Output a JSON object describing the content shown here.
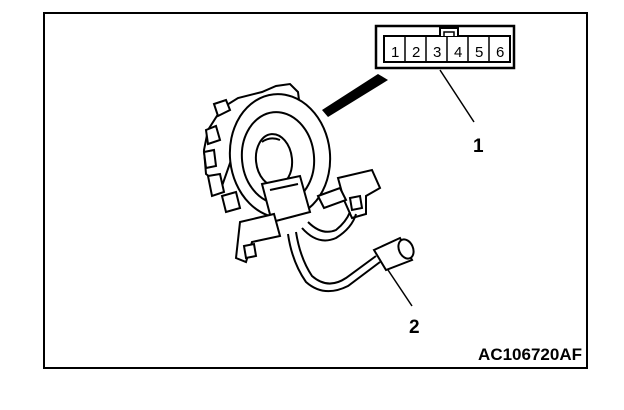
{
  "connector": {
    "pins": [
      "1",
      "2",
      "3",
      "4",
      "5",
      "6"
    ]
  },
  "callouts": [
    {
      "label": "1",
      "target": "connector"
    },
    {
      "label": "2",
      "target": "harness-connector"
    }
  ],
  "figure_code": "AC106720AF"
}
